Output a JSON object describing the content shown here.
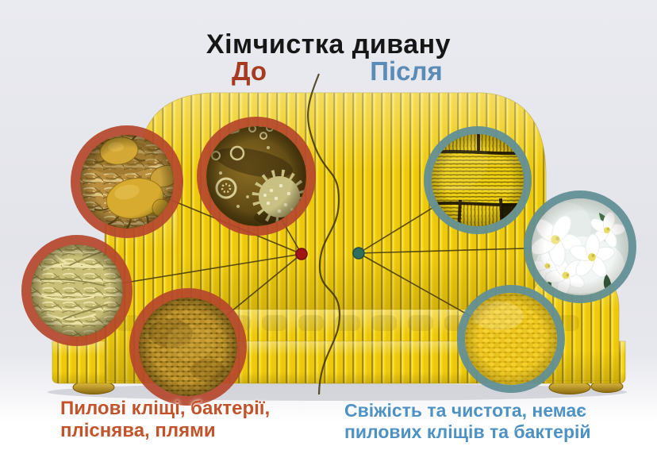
{
  "title": "Хімчистка дивану",
  "columns": {
    "before": {
      "label": "До",
      "caption_line1": "Пилові кліщі, бактерії,",
      "caption_line2": "пліснява, плями",
      "magnified_views": [
        "dust-mites-macro",
        "bacteria-microbes-macro",
        "dirty-fibers-macro",
        "stained-weave-macro"
      ]
    },
    "after": {
      "label": "Після",
      "caption_line1": "Свіжість та чистота, немає",
      "caption_line2": "пилових кліщів та бактерій",
      "magnified_views": [
        "clean-threads-macro",
        "white-flowers-macro",
        "clean-weave-macro"
      ]
    }
  },
  "colors": {
    "title": "#161616",
    "before_label": "#a63b22",
    "after_label": "#5b8cb8",
    "before_caption": "#c2532b",
    "after_caption": "#4e92c4",
    "before_accent": "#b5472c",
    "after_accent": "#628f96",
    "before_dot": "#a31414",
    "after_dot": "#2f6e5e",
    "connector": "#4a3c0e",
    "sofa_yellow": "#f6d711",
    "sofa_stripe": "#a8890a",
    "background_top": "#e9eaef",
    "background_bottom": "#ffffff"
  }
}
